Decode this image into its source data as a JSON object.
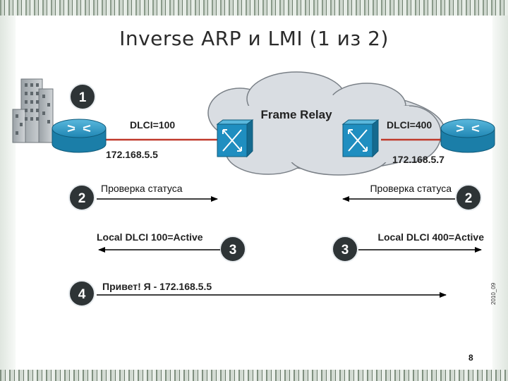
{
  "slide": {
    "title": "Inverse ARP и LMI (1 из 2)",
    "page_number": "8",
    "figure_code": "2010_09"
  },
  "diagram": {
    "cloud_label": "Frame Relay",
    "left_router": {
      "dlci": "DLCI=100",
      "ip": "172.168.5.5"
    },
    "right_router": {
      "dlci": "DLCI=400",
      "ip": "172.168.5.7"
    },
    "steps": {
      "step1": "1",
      "step2_left": "2",
      "step2_right": "2",
      "step3_left": "3",
      "step3_right": "3",
      "step4": "4"
    },
    "messages": {
      "status_left": "Проверка статуса",
      "status_right": "Проверка статуса",
      "active_left": "Local DLCI 100=Active",
      "active_right": "Local DLCI 400=Active",
      "hello": "Привет! Я - 172.168.5.5"
    },
    "colors": {
      "step_circle": "#2e3436",
      "router": "#1a8fc0",
      "switch": "#1a8fc0",
      "link": "#c0392b",
      "cloud": "#d9dde2",
      "arrow": "#000000"
    }
  }
}
